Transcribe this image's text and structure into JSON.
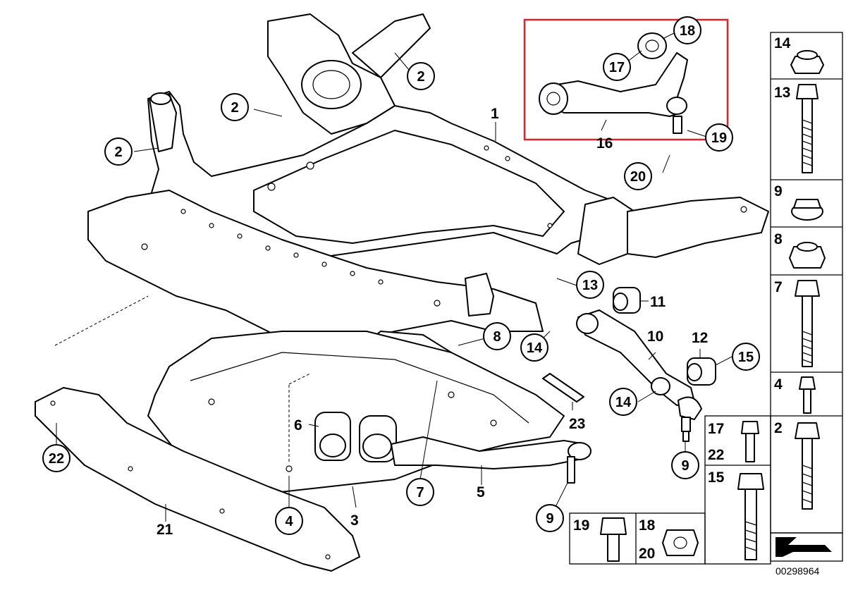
{
  "diagram": {
    "callouts": [
      {
        "id": "c1",
        "label": "1"
      },
      {
        "id": "c2a",
        "label": "2"
      },
      {
        "id": "c2b",
        "label": "2"
      },
      {
        "id": "c2c",
        "label": "2"
      },
      {
        "id": "c3",
        "label": "3"
      },
      {
        "id": "c4",
        "label": "4"
      },
      {
        "id": "c5",
        "label": "5"
      },
      {
        "id": "c6",
        "label": "6"
      },
      {
        "id": "c7",
        "label": "7"
      },
      {
        "id": "c8",
        "label": "8"
      },
      {
        "id": "c9a",
        "label": "9"
      },
      {
        "id": "c9b",
        "label": "9"
      },
      {
        "id": "c10",
        "label": "10"
      },
      {
        "id": "c11",
        "label": "11"
      },
      {
        "id": "c12",
        "label": "12"
      },
      {
        "id": "c13",
        "label": "13"
      },
      {
        "id": "c14a",
        "label": "14"
      },
      {
        "id": "c14b",
        "label": "14"
      },
      {
        "id": "c15",
        "label": "15"
      },
      {
        "id": "c16",
        "label": "16"
      },
      {
        "id": "c17",
        "label": "17"
      },
      {
        "id": "c18",
        "label": "18"
      },
      {
        "id": "c19",
        "label": "19"
      },
      {
        "id": "c20",
        "label": "20"
      },
      {
        "id": "c21",
        "label": "21"
      },
      {
        "id": "c22",
        "label": "22"
      },
      {
        "id": "c23",
        "label": "23"
      }
    ],
    "legend_right": [
      "14",
      "13",
      "9",
      "8",
      "7",
      "4",
      "2"
    ],
    "legend_bottom": {
      "pair_a": [
        "17",
        "22"
      ],
      "single_15": "15",
      "single_19": "19",
      "pair_b": [
        "18",
        "20"
      ]
    },
    "highlight_color": "#d9262b",
    "catalog_number": "00298964"
  }
}
